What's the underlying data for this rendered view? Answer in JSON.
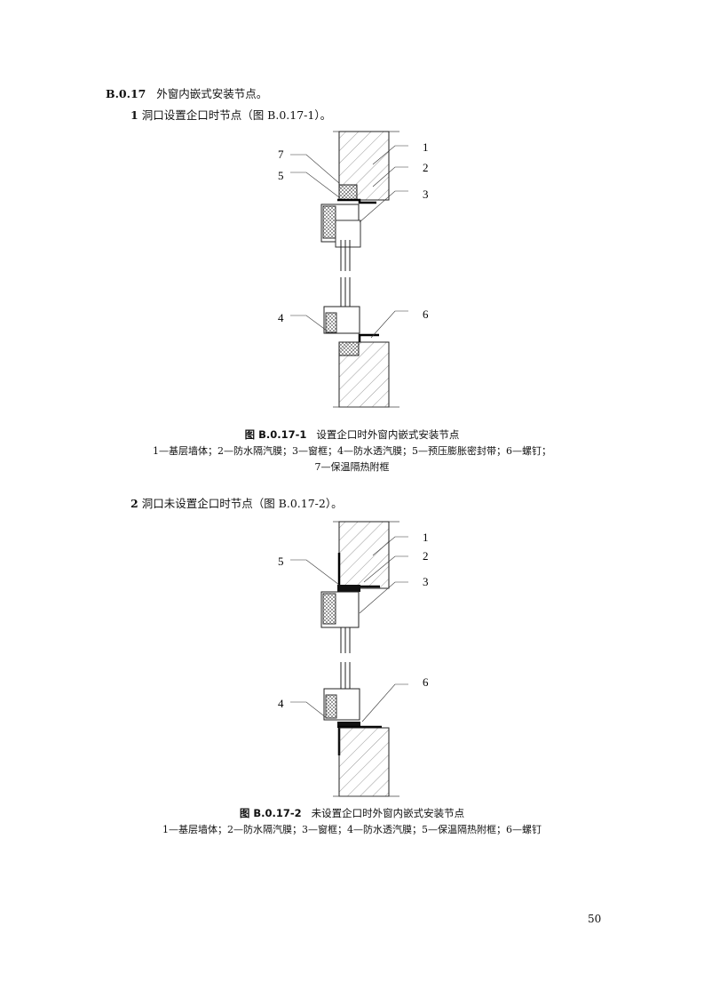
{
  "section": {
    "number": "B.0.17",
    "title": "外窗内嵌式安装节点。"
  },
  "items": [
    {
      "number": "1",
      "text": "洞口设置企口时节点（图 B.0.17-1）。"
    },
    {
      "number": "2",
      "text": "洞口未设置企口时节点（图 B.0.17-2）。"
    }
  ],
  "figures": [
    {
      "id": "图 B.0.17-1",
      "title": "设置企口时外窗内嵌式安装节点",
      "legend_line1": "1—基层墙体；2—防水隔汽膜；3—窗框；4—防水透汽膜；5—预压膨胀密封带；6—螺钉；",
      "legend_line2": "7—保温隔热附框",
      "callouts": [
        "7",
        "5",
        "4",
        "1",
        "2",
        "3",
        "6"
      ]
    },
    {
      "id": "图 B.0.17-2",
      "title": "未设置企口时外窗内嵌式安装节点",
      "legend_line1": "1—基层墙体；2—防水隔汽膜；3—窗框；4—防水透汽膜；5—保温隔热附框；6—螺钉",
      "callouts": [
        "5",
        "4",
        "1",
        "2",
        "3",
        "6"
      ]
    }
  ],
  "page_number": "50"
}
